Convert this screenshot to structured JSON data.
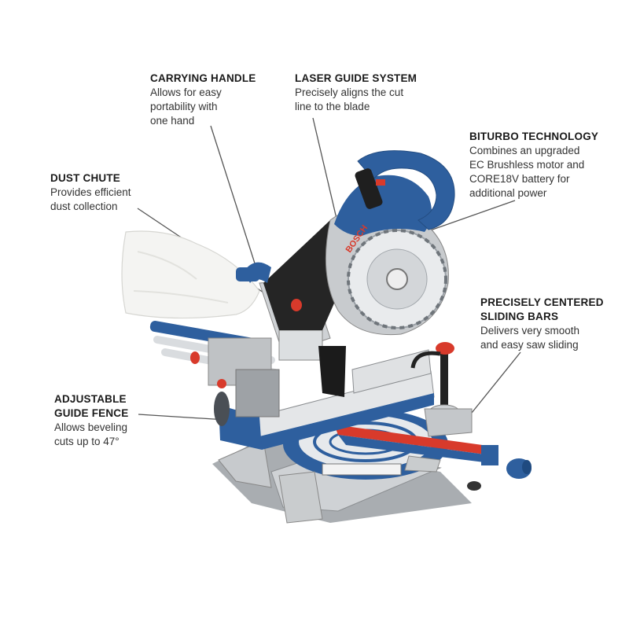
{
  "callouts": {
    "carrying_handle": {
      "title": "CARRYING HANDLE",
      "desc": "Allows for easy\nportability with\none hand"
    },
    "laser_guide": {
      "title": "LASER GUIDE SYSTEM",
      "desc": "Precisely aligns the cut\nline to the blade"
    },
    "biturbo": {
      "title": "BITURBO TECHNOLOGY",
      "desc": "Combines an upgraded\nEC Brushless motor and\nCORE18V battery for\nadditional power"
    },
    "dust_chute": {
      "title": "DUST CHUTE",
      "desc": "Provides efficient\ndust collection"
    },
    "sliding_bars": {
      "title": "PRECISELY CENTERED\nSLIDING BARS",
      "desc": "Delivers very smooth\nand easy saw sliding"
    },
    "guide_fence": {
      "title": "ADJUSTABLE\nGUIDE FENCE",
      "desc": "Allows beveling\ncuts up to 47°"
    }
  },
  "product": {
    "brand_mark": "BOSCH"
  },
  "colors": {
    "tool_blue": "#2e5f9e",
    "accent_red": "#d83a2b",
    "metal": "#b9bcbf",
    "leader_line": "#555555"
  }
}
